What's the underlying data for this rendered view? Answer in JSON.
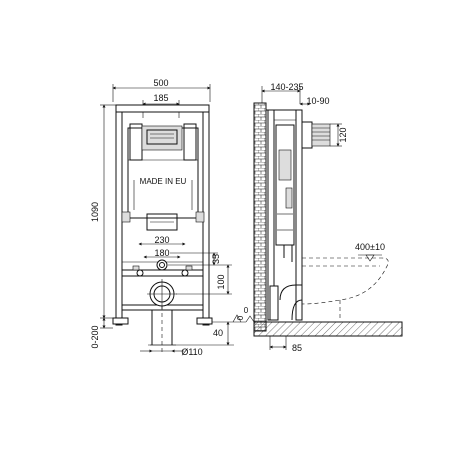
{
  "front_view": {
    "width_overall": "500",
    "width_upper": "185",
    "height_overall": "1090",
    "adjust_bottom": "0-200",
    "marking": "MADE IN EU",
    "flush_width": "230",
    "flush_spacing": "180",
    "offset_35": "35",
    "offset_100": "100",
    "zero_mark": "0",
    "offset_40": "40",
    "pipe_diameter": "Ø110"
  },
  "side_view": {
    "depth_range": "140-235",
    "offset_range": "10-90",
    "height_120": "120",
    "bowl_spacing": "400±10",
    "floor_zero": "0",
    "bottom_85": "85"
  }
}
